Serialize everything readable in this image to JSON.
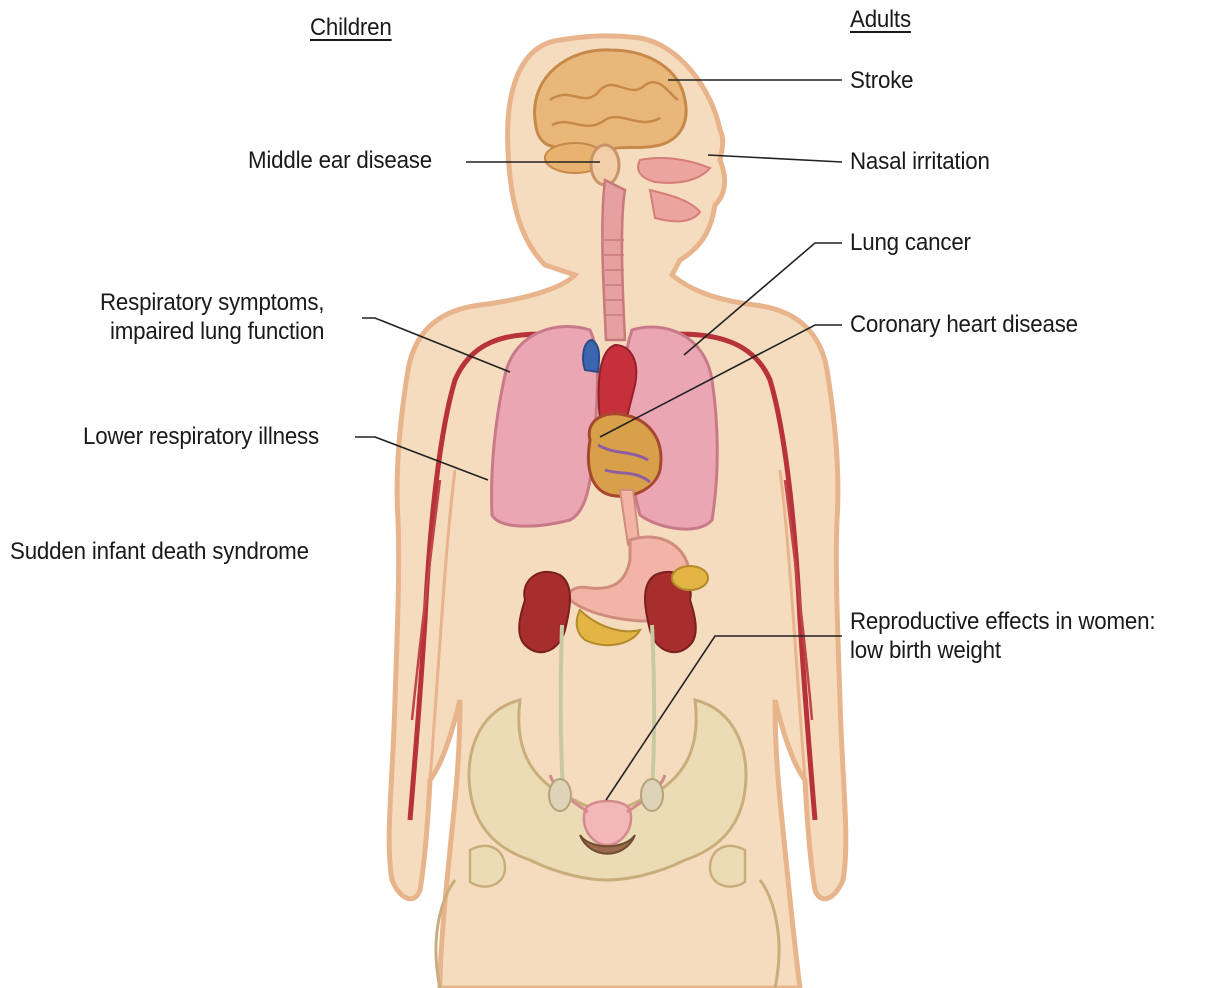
{
  "headers": {
    "left": "Children",
    "right": "Adults"
  },
  "children_effects": [
    "Middle ear disease",
    "Respiratory symptoms,",
    "impaired lung function",
    "Lower respiratory illness",
    "Sudden infant death syndrome"
  ],
  "adult_effects": [
    "Stroke",
    "Nasal irritation",
    "Lung cancer",
    "Coronary heart disease",
    "Reproductive effects in women:",
    "low birth weight"
  ],
  "colors": {
    "skin": "#f6dcbf",
    "skin_outline": "#e8b48c",
    "brain": "#e9b77a",
    "lung": "#eba6b3",
    "heart": "#d9a04a",
    "vessel": "#b8323a",
    "kidney": "#a82e2e",
    "bone": "#ecdcb6",
    "stomach": "#f2b5a5",
    "leader_line": "#222222"
  }
}
